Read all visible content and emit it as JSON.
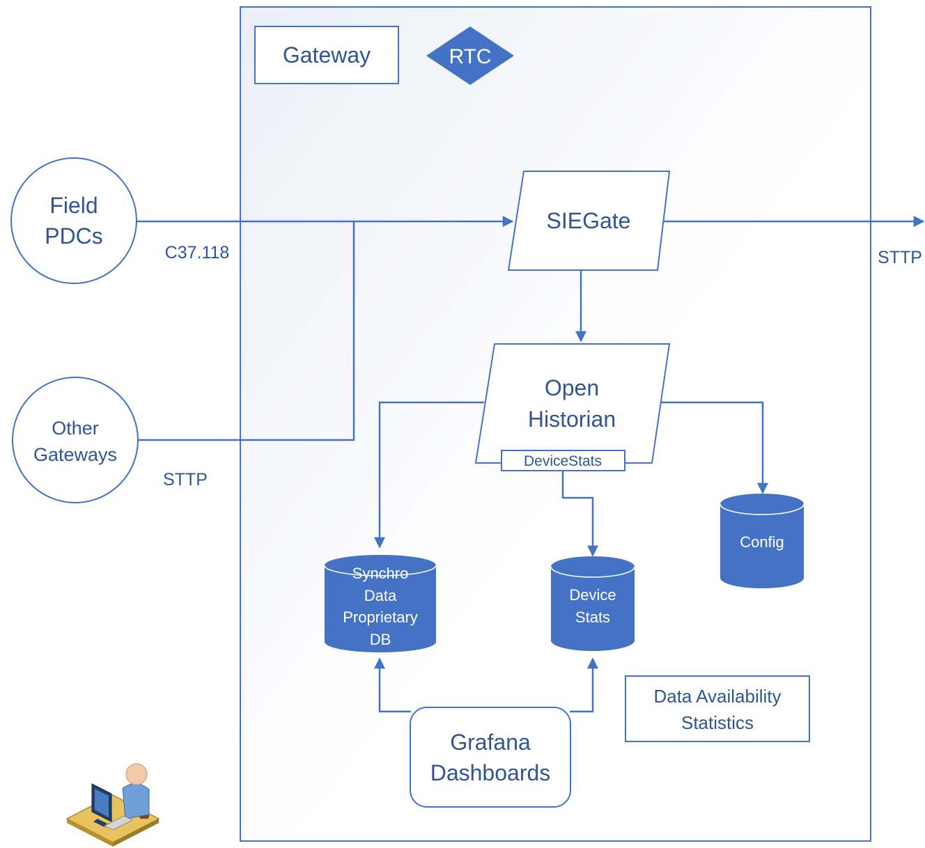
{
  "colors": {
    "line": "#4472C4",
    "text": "#2F5597",
    "fill_blue": "#4472C4",
    "white": "#ffffff"
  },
  "container": {
    "label": "Gateway",
    "badge": "RTC"
  },
  "sources": {
    "field_pdcs": [
      "Field",
      "PDCs"
    ],
    "other_gateways": [
      "Other",
      "Gateways"
    ]
  },
  "protocols": {
    "c37": "C37.118",
    "sttp_in": "STTP",
    "sttp_out": "STTP"
  },
  "processes": {
    "siegate": "SIEGate",
    "open_historian": [
      "Open",
      "Historian"
    ],
    "device_stats_tab": "DeviceStats"
  },
  "databases": {
    "synchro": [
      "Synchro",
      "Data",
      "Proprietary",
      "DB"
    ],
    "device_stats": [
      "Device",
      "Stats"
    ],
    "config": [
      "Config"
    ]
  },
  "dashboards": {
    "grafana": [
      "Grafana",
      "Dashboards"
    ],
    "availability": [
      "Data Availability",
      "Statistics"
    ]
  },
  "icons": {
    "user": "user-at-workstation-icon"
  }
}
